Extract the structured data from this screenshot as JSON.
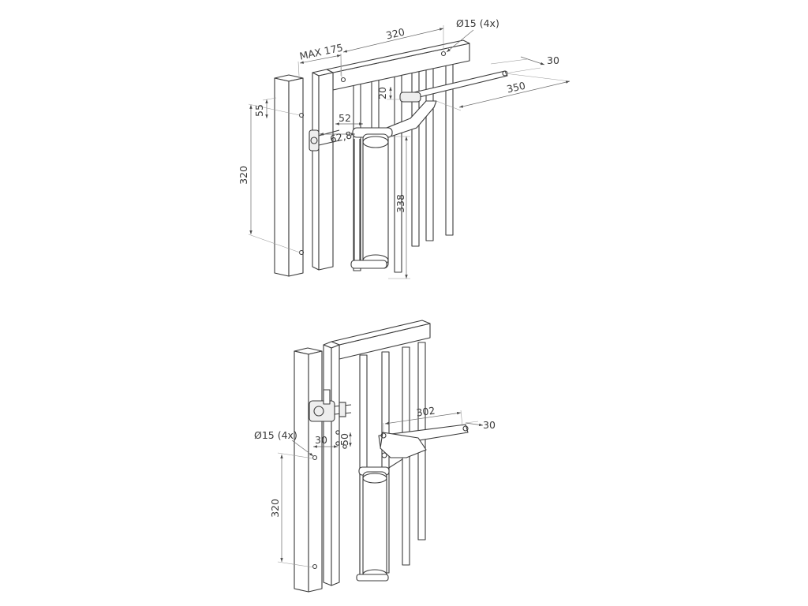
{
  "top_view": {
    "dimensions": {
      "post_hole_spacing": "320",
      "top_hole": "55",
      "max_gap": "MAX 175",
      "frame_hole_spacing": "320",
      "hole_note": "Ø15 (4x)",
      "arm_offset": "20",
      "bracket_offset": "52",
      "hinge_offset": "62,8",
      "closer_length": "338",
      "arm_length": "350",
      "arm_width": "30"
    }
  },
  "bottom_view": {
    "dimensions": {
      "arm_length": "302",
      "arm_width": "30",
      "hole_note": "Ø15 (4x)",
      "hole_offset_h": "30",
      "hole_offset_v": "50",
      "post_hole_spacing": "320"
    }
  },
  "colors": {
    "line": "#3b3b3b",
    "dimension": "#6a6a6a",
    "fill": "#ffffff"
  }
}
